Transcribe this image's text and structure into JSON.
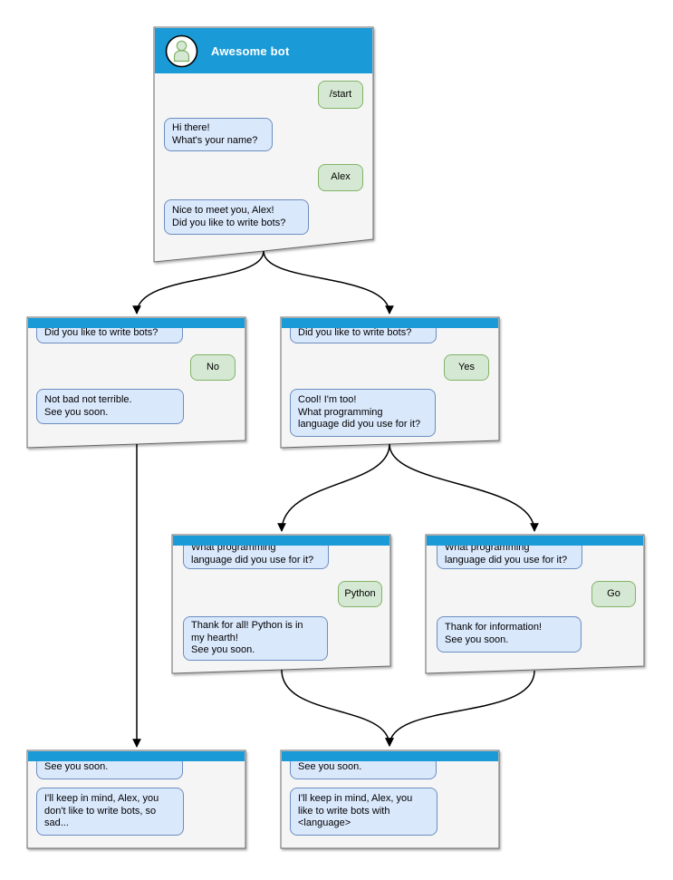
{
  "colors": {
    "header_blue": "#1a9bd7",
    "window_fill": "#f5f5f5",
    "window_border": "#666666",
    "bot_bubble_fill": "#dae8fc",
    "bot_bubble_border": "#6c8ebf",
    "user_bubble_fill": "#d5e8d4",
    "user_bubble_border": "#82b366",
    "arrow": "#000000",
    "title_text": "#ffffff",
    "message_text": "#000000"
  },
  "nodes": [
    {
      "id": "start-window",
      "header_title": "Awesome bot",
      "avatar_icon": "person-icon",
      "messages": [
        {
          "from": "user",
          "text": "/start"
        },
        {
          "from": "bot",
          "text": "Hi there!\nWhat's your name?"
        },
        {
          "from": "user",
          "text": "Alex"
        },
        {
          "from": "bot",
          "text": "Nice to meet you, Alex!\nDid you like to write bots?"
        }
      ]
    },
    {
      "id": "no-branch-window",
      "messages": [
        {
          "from": "bot",
          "text": "Did you like to write bots?"
        },
        {
          "from": "user",
          "text": "No"
        },
        {
          "from": "bot",
          "text": "Not bad not terrible.\nSee you soon."
        }
      ]
    },
    {
      "id": "yes-branch-window",
      "messages": [
        {
          "from": "bot",
          "text": "Did you like to write bots?"
        },
        {
          "from": "user",
          "text": "Yes"
        },
        {
          "from": "bot",
          "text": "Cool! I'm too!\nWhat programming\nlanguage did you use for it?"
        }
      ]
    },
    {
      "id": "python-window",
      "messages": [
        {
          "from": "bot",
          "text": "What programming\nlanguage did you use for it?"
        },
        {
          "from": "user",
          "text": "Python"
        },
        {
          "from": "bot",
          "text": "Thank for all! Python is in\nmy hearth!\nSee you soon."
        }
      ]
    },
    {
      "id": "go-window",
      "messages": [
        {
          "from": "bot",
          "text": "What programming\nlanguage did you use for it?"
        },
        {
          "from": "user",
          "text": "Go"
        },
        {
          "from": "bot",
          "text": "Thank for information!\nSee you soon."
        }
      ]
    },
    {
      "id": "bye-no-window",
      "messages": [
        {
          "from": "bot",
          "text": "See you soon."
        },
        {
          "from": "bot",
          "text": "I'll keep in mind, Alex, you\ndon't like to write bots, so\nsad..."
        }
      ]
    },
    {
      "id": "bye-language-window",
      "messages": [
        {
          "from": "bot",
          "text": "See you soon."
        },
        {
          "from": "bot",
          "text": "I'll keep in mind, Alex, you\nlike to write bots with\n<language>"
        }
      ]
    }
  ]
}
